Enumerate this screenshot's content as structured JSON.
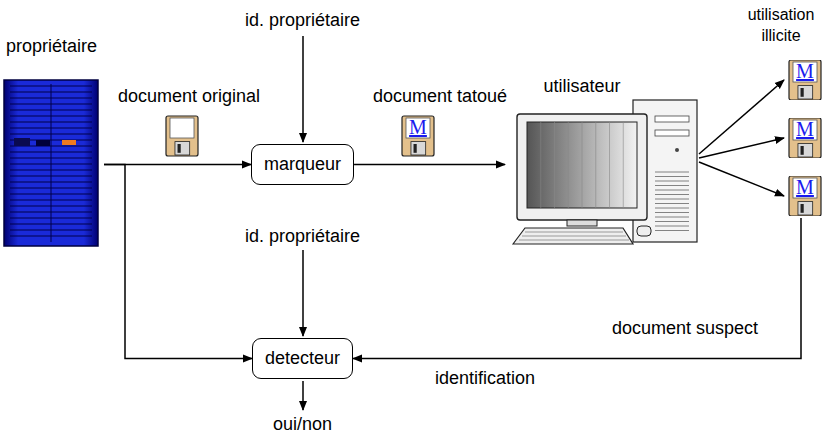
{
  "diagram": {
    "nodes": [
      {
        "text": [
          "propriétaire"
        ]
      },
      {
        "text": [
          "marqueur"
        ]
      },
      {
        "text": [
          "utilisateur"
        ]
      },
      {
        "text": [
          "detecteur"
        ]
      },
      {
        "text": [
          "M"
        ]
      },
      {
        "text": [
          "M"
        ]
      },
      {
        "text": [
          "M"
        ]
      }
    ],
    "edges": [
      {
        "from": 0,
        "to": 1,
        "arrow": "to",
        "label": "document original"
      },
      {
        "from": 1,
        "to": 2,
        "arrow": "to",
        "label": "document tatoué"
      },
      {
        "from": 0,
        "to": 3,
        "arrow": "to"
      },
      {
        "from": 6,
        "to": 3,
        "arrow": "to",
        "label": "document suspect"
      },
      {
        "from": 2,
        "to": 4,
        "arrow": "to"
      },
      {
        "from": 2,
        "to": 5,
        "arrow": "to"
      },
      {
        "from": 2,
        "to": 6,
        "arrow": "to"
      }
    ],
    "labels": [
      "id. propriétaire",
      "utilisation illicite",
      "M",
      "id. propriétaire",
      "identification",
      "oui/non"
    ]
  }
}
